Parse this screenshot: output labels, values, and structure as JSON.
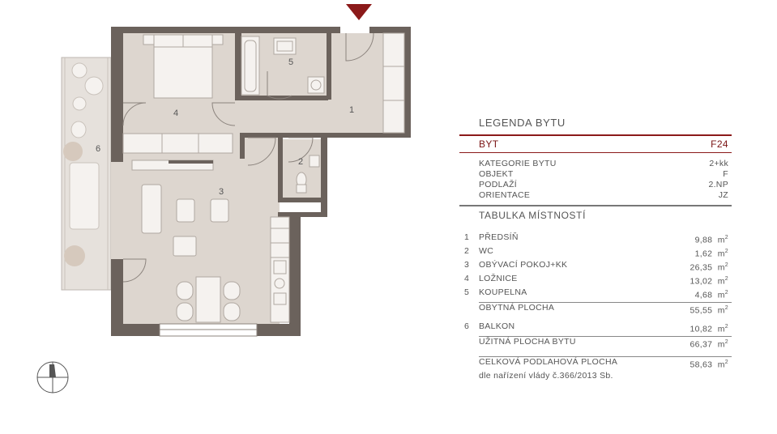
{
  "plan": {
    "room_labels": [
      "1",
      "2",
      "3",
      "4",
      "5",
      "6"
    ],
    "entrance_marker": "entrance-arrow",
    "compass": "north-compass-icon"
  },
  "legend": {
    "title": "LEGENDA BYTU",
    "byt_label": "BYT",
    "byt_value": "F24",
    "info": [
      {
        "label": "KATEGORIE BYTU",
        "value": "2+kk"
      },
      {
        "label": "OBJEKT",
        "value": "F"
      },
      {
        "label": "PODLAŽÍ",
        "value": "2.NP"
      },
      {
        "label": "ORIENTACE",
        "value": "JZ"
      }
    ],
    "table_title": "TABULKA MÍSTNOSTÍ",
    "rooms": [
      {
        "num": "1",
        "name": "PŘEDSÍŇ",
        "area": "9,88"
      },
      {
        "num": "2",
        "name": "WC",
        "area": "1,62"
      },
      {
        "num": "3",
        "name": "OBÝVACÍ POKOJ+KK",
        "area": "26,35"
      },
      {
        "num": "4",
        "name": "LOŽNICE",
        "area": "13,02"
      },
      {
        "num": "5",
        "name": "KOUPELNA",
        "area": "4,68"
      }
    ],
    "obytna_label": "OBYTNÁ PLOCHA",
    "obytna_value": "55,55",
    "balkon_num": "6",
    "balkon_label": "BALKON",
    "balkon_value": "10,82",
    "uzitna_label": "UŽITNÁ PLOCHA BYTU",
    "uzitna_value": "66,37",
    "celkova_label": "CELKOVÁ PODLAHOVÁ PLOCHA",
    "celkova_value": "58,63",
    "note": "dle nařízení vlády č.366/2013 Sb.",
    "unit": "m",
    "unit_exp": "2"
  },
  "colors": {
    "wall": "#6b625c",
    "floor": "#ddd6cf",
    "accent": "#8b1a1a"
  }
}
